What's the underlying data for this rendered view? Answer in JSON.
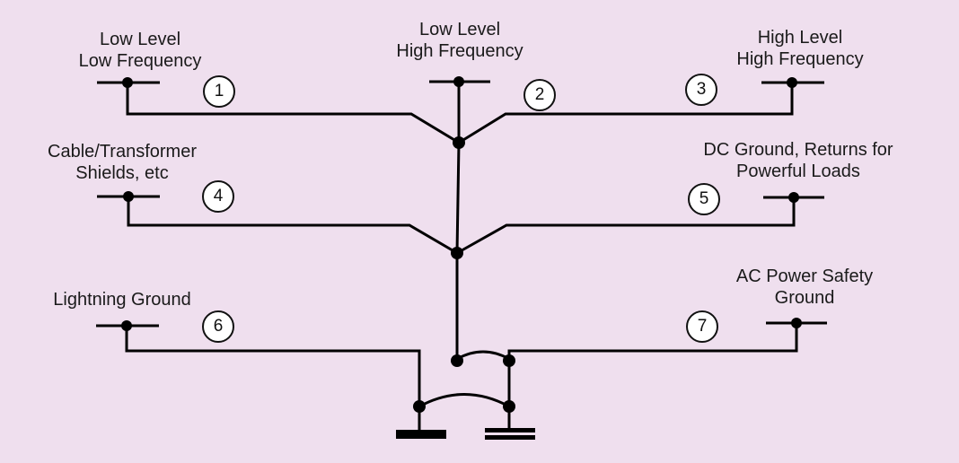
{
  "colors": {
    "background": "#efdfee",
    "line": "#000000",
    "badge_fill": "#ffffff"
  },
  "grounds": [
    {
      "number": "1",
      "lines": [
        "Low Level",
        "Low Frequency"
      ]
    },
    {
      "number": "2",
      "lines": [
        "Low Level",
        "High Frequency"
      ]
    },
    {
      "number": "3",
      "lines": [
        "High Level",
        "High Frequency"
      ]
    },
    {
      "number": "4",
      "lines": [
        "Cable/Transformer",
        "Shields, etc"
      ]
    },
    {
      "number": "5",
      "lines": [
        "DC Ground, Returns for",
        "Powerful Loads"
      ]
    },
    {
      "number": "6",
      "lines": [
        "Lightning Ground"
      ]
    },
    {
      "number": "7",
      "lines": [
        "AC Power Safety",
        "Ground"
      ]
    }
  ]
}
